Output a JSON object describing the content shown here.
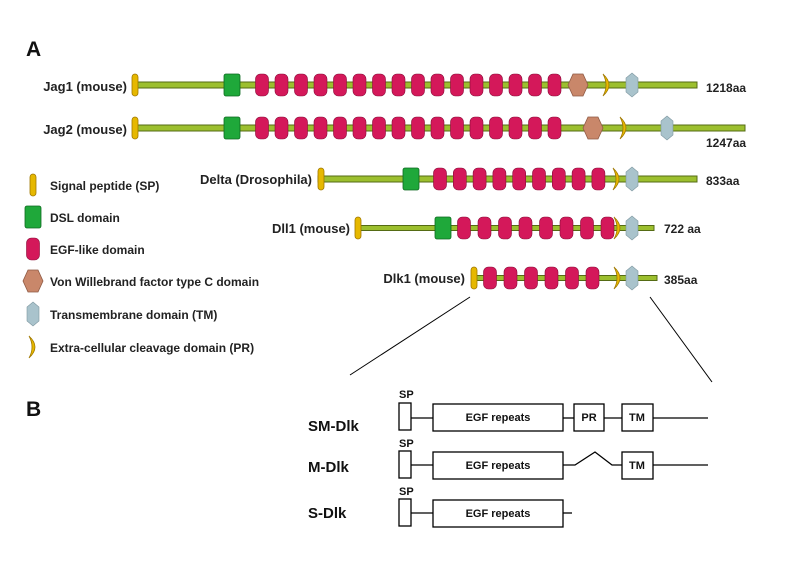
{
  "panels": {
    "a": "A",
    "b": "B"
  },
  "colors": {
    "backbone": "#9cbf2e",
    "backbone_dark": "#556b14",
    "dsl": "#1fa83a",
    "egf": "#d4185a",
    "vwc": "#c9876a",
    "tm": "#a9c3cc",
    "signal_peptide": "#e6b800",
    "cleavage": "#e6b800"
  },
  "proteins": [
    {
      "name": "Jag1 (mouse)",
      "length": "1218aa",
      "egf_count": 16,
      "has_dsl": true,
      "has_vwc": true
    },
    {
      "name": "Jag2 (mouse)",
      "length": "1247aa",
      "egf_count": 16,
      "has_dsl": true,
      "has_vwc": true
    },
    {
      "name": "Delta (Drosophila)",
      "length": "833aa",
      "egf_count": 9,
      "has_dsl": true,
      "has_vwc": false
    },
    {
      "name": "Dll1 (mouse)",
      "length": "722 aa",
      "egf_count": 8,
      "has_dsl": true,
      "has_vwc": false
    },
    {
      "name": "Dlk1 (mouse)",
      "length": "385aa",
      "egf_count": 6,
      "has_dsl": false,
      "has_vwc": false
    }
  ],
  "legend": [
    {
      "icon": "signal-peptide-icon",
      "label": "Signal peptide (SP)"
    },
    {
      "icon": "dsl-domain-icon",
      "label": "DSL domain"
    },
    {
      "icon": "egf-domain-icon",
      "label": "EGF-like domain"
    },
    {
      "icon": "vwc-domain-icon",
      "label": "Von Willebrand factor type C domain"
    },
    {
      "icon": "tm-domain-icon",
      "label": "Transmembrane domain (TM)"
    },
    {
      "icon": "cleavage-domain-icon",
      "label": "Extra-cellular cleavage domain (PR)"
    }
  ],
  "isoforms": [
    {
      "name": "SM-Dlk",
      "sp": "SP",
      "egf": "EGF repeats",
      "pr": "PR",
      "tm": "TM"
    },
    {
      "name": "M-Dlk",
      "sp": "SP",
      "egf": "EGF repeats",
      "tm": "TM"
    },
    {
      "name": "S-Dlk",
      "sp": "SP",
      "egf": "EGF repeats"
    }
  ]
}
